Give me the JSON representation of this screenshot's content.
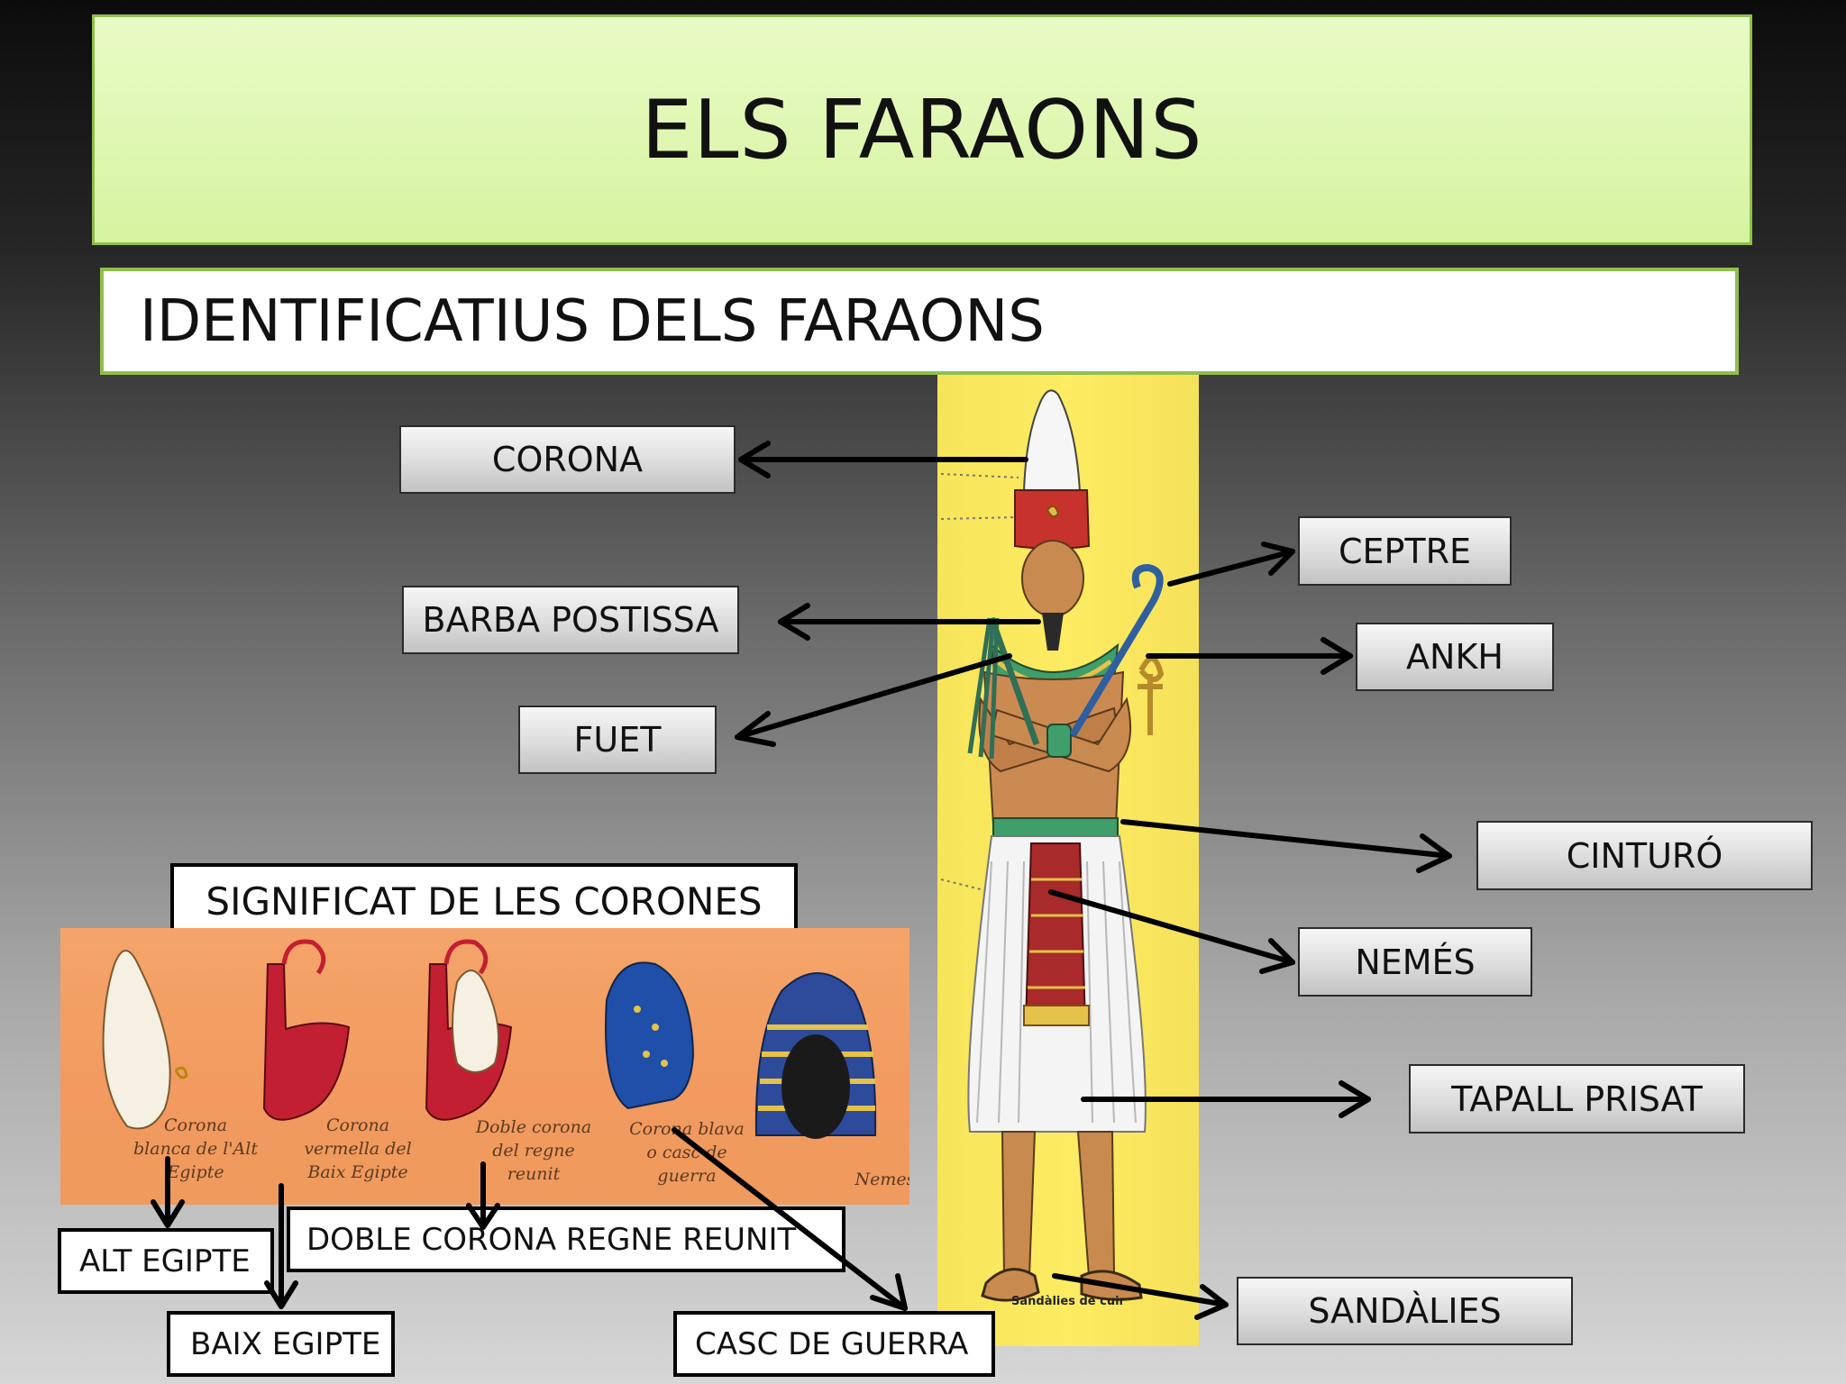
{
  "title": "ELS FARAONS",
  "subtitle": "IDENTIFICATIUS DELS FARAONS",
  "labels": {
    "corona": "CORONA",
    "barba": "BARBA POSTISSA",
    "fuet": "FUET",
    "ceptre": "CEPTRE",
    "ankh": "ANKH",
    "cinturo": "CINTURÓ",
    "nemes": "NEMÉS",
    "tapall": "TAPALL PRISAT",
    "sandalies": "SANDÀLIES"
  },
  "sandal_caption": "Sandàlies de cuir",
  "crowns": {
    "heading": "SIGNIFICAT DE LES CORONES",
    "captions": {
      "white": "Corona\nblanca de l'Alt\nEgipte",
      "red": "Corona\nvermella del\nBaix Egipte",
      "double": "Doble corona\ndel regne\nreunit",
      "blue": "Corona blava\no casc de\nguerra",
      "nemes": "Nemes"
    },
    "answers": {
      "alt": "ALT EGIPTE",
      "baix": "BAIX EGIPTE",
      "doble": "DOBLE CORONA REGNE REUNIT",
      "casc": "CASC DE GUERRA"
    }
  },
  "colors": {
    "title_bg": "#d6f3a0",
    "panel_yellow": "#fdeb62",
    "strip_orange": "#f29a5f",
    "crown_red": "#c21f32",
    "crown_blue": "#1f4fa8"
  }
}
